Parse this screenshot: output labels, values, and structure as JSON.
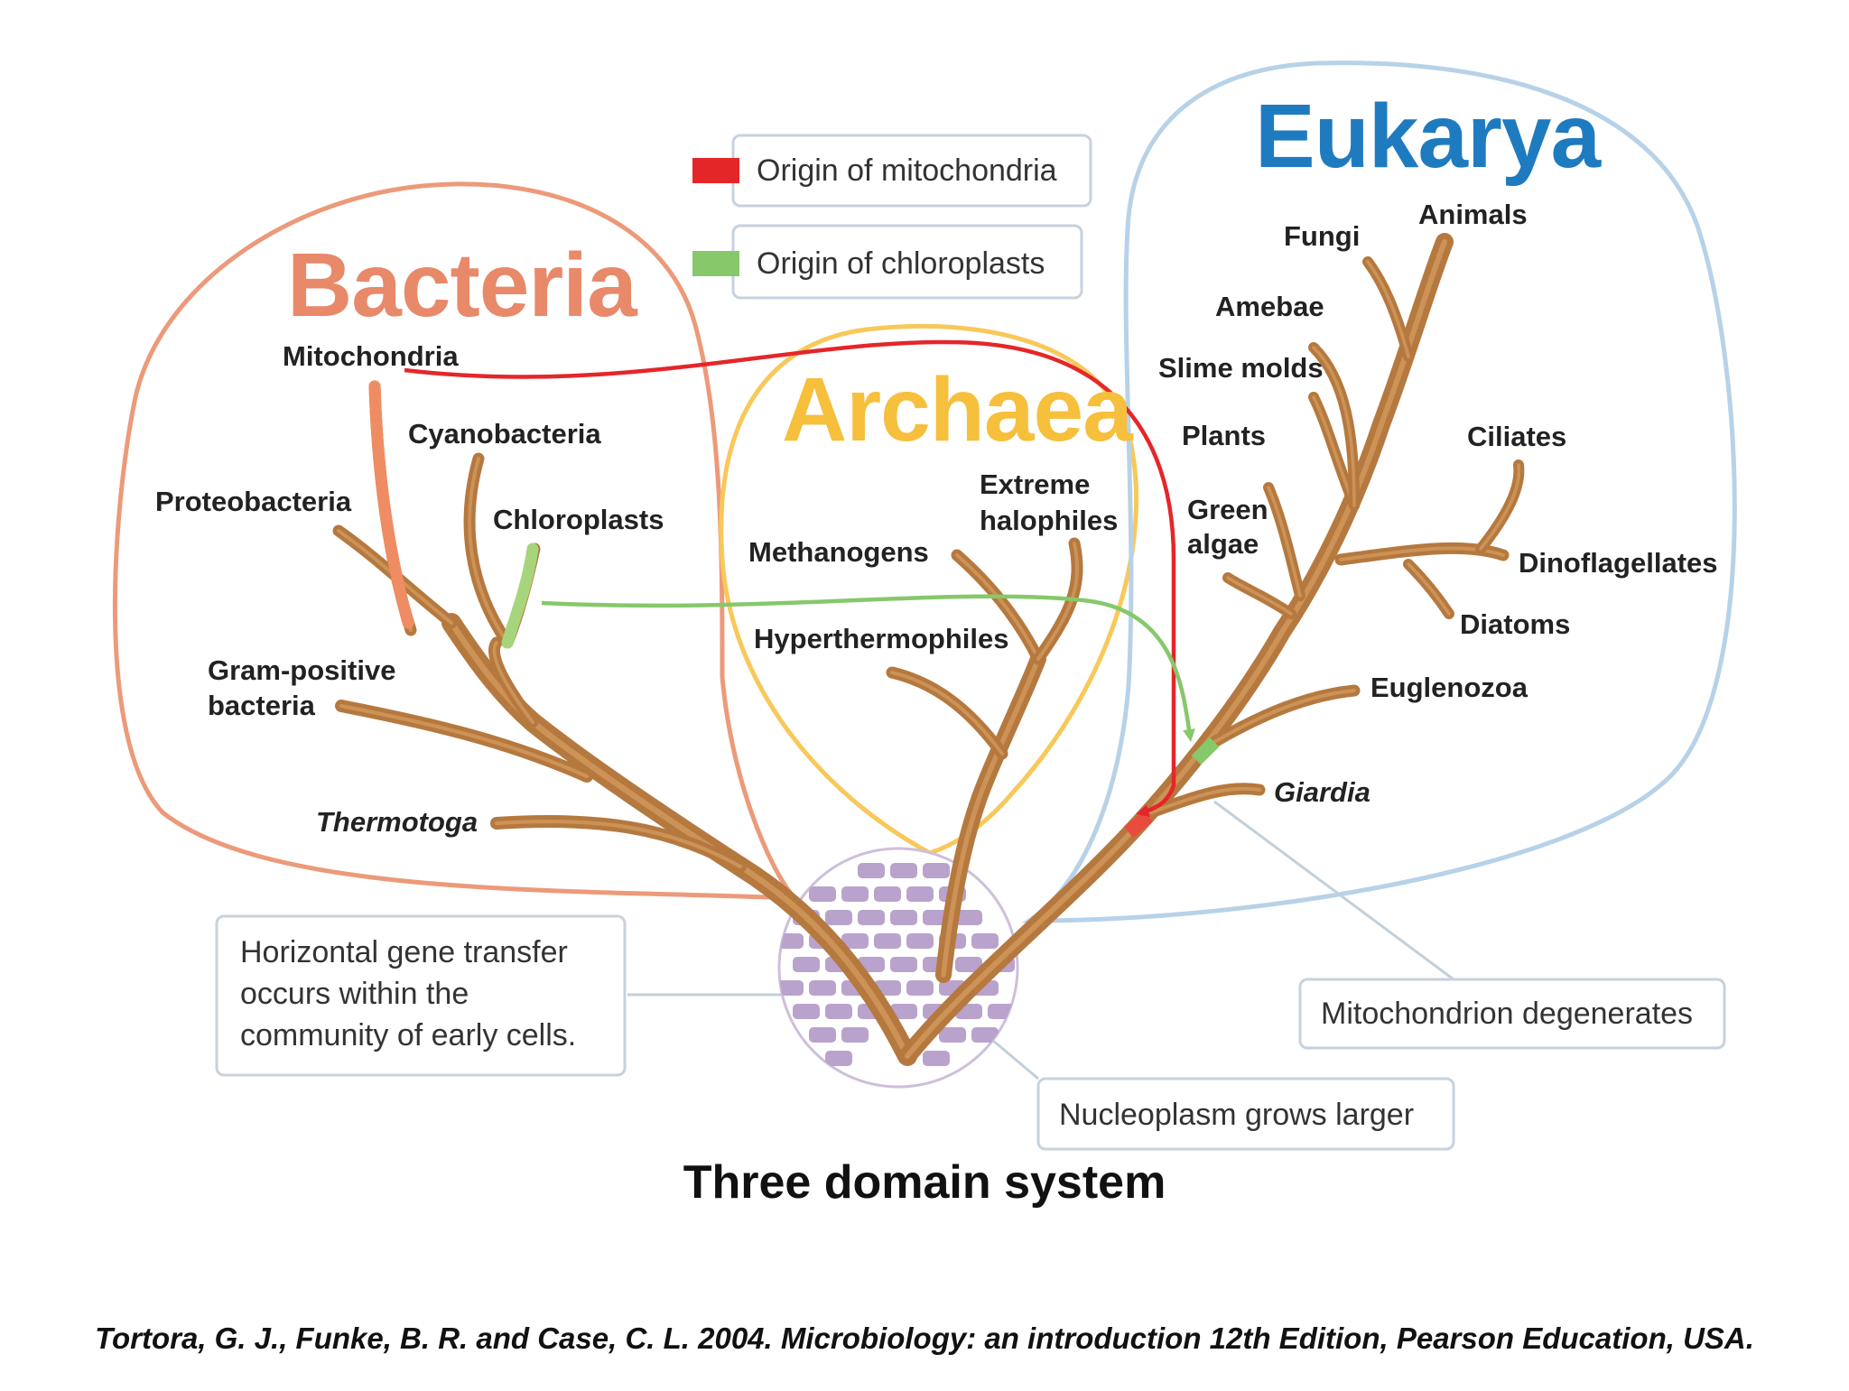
{
  "domains": {
    "bacteria": {
      "title": "Bacteria",
      "color": "#e8896a",
      "outline_color": "#ec9a7a",
      "branches": {
        "mitochondria": "Mitochondria",
        "cyanobacteria": "Cyanobacteria",
        "proteobacteria": "Proteobacteria",
        "chloroplasts": "Chloroplasts",
        "gram_positive_line1": "Gram-positive",
        "gram_positive_line2": "bacteria",
        "thermotoga": "Thermotoga"
      }
    },
    "archaea": {
      "title": "Archaea",
      "color": "#f6bf3c",
      "outline_color": "#f8c85a",
      "branches": {
        "extreme_halophiles_line1": "Extreme",
        "extreme_halophiles_line2": "halophiles",
        "methanogens": "Methanogens",
        "hyperthermophiles": "Hyperthermophiles"
      }
    },
    "eukarya": {
      "title": "Eukarya",
      "color": "#1f7bc0",
      "outline_color": "#b7d2e8",
      "branches": {
        "animals": "Animals",
        "fungi": "Fungi",
        "amebae": "Amebae",
        "slime_molds": "Slime molds",
        "plants": "Plants",
        "ciliates": "Ciliates",
        "green_algae_line1": "Green",
        "green_algae_line2": "algae",
        "dinoflagellates": "Dinoflagellates",
        "diatoms": "Diatoms",
        "euglenozoa": "Euglenozoa",
        "giardia": "Giardia"
      }
    }
  },
  "legend": {
    "mitochondria": {
      "label": "Origin of mitochondria",
      "color": "#e52629"
    },
    "chloroplasts": {
      "label": "Origin of chloroplasts",
      "color": "#86c86a"
    }
  },
  "callouts": {
    "horizontal_transfer_line1": "Horizontal gene transfer",
    "horizontal_transfer_line2": "occurs within the",
    "horizontal_transfer_line3": "community of early cells.",
    "mitochondrion_degenerates": "Mitochondrion degenerates",
    "nucleoplasm": "Nucleoplasm grows larger"
  },
  "colors": {
    "branch": "#b5793f",
    "early_cells": "#b9a2cc"
  },
  "caption": "Three domain system",
  "citation": "Tortora, G. J., Funke, B. R. and Case, C. L. 2004. Microbiology: an introduction 12th Edition, Pearson Education, USA."
}
